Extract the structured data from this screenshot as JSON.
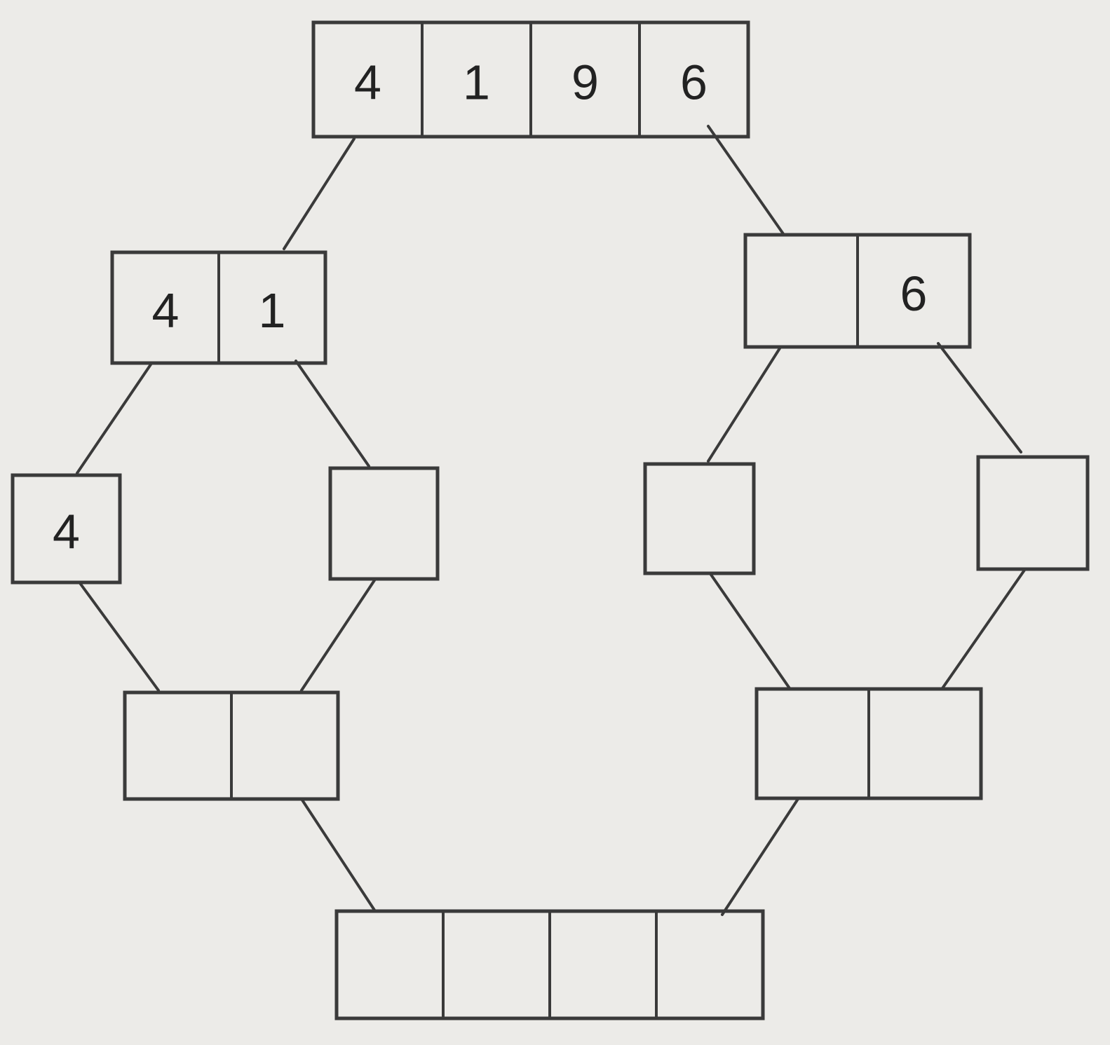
{
  "colors": {
    "background": "#ecebe8",
    "stroke": "#3a3a3a",
    "text": "#222222"
  },
  "diagram": {
    "nodes": [
      {
        "id": "root",
        "values": [
          "4",
          "1",
          "9",
          "6"
        ]
      },
      {
        "id": "left-half",
        "values": [
          "4",
          "1"
        ]
      },
      {
        "id": "right-half",
        "values": [
          "",
          "6"
        ]
      },
      {
        "id": "left-left-leaf",
        "values": [
          "4"
        ]
      },
      {
        "id": "left-right-leaf",
        "values": [
          ""
        ]
      },
      {
        "id": "right-left-leaf",
        "values": [
          ""
        ]
      },
      {
        "id": "right-right-leaf",
        "values": [
          ""
        ]
      },
      {
        "id": "left-merged",
        "values": [
          "",
          ""
        ]
      },
      {
        "id": "right-merged",
        "values": [
          "",
          ""
        ]
      },
      {
        "id": "final-merged",
        "values": [
          "",
          "",
          "",
          ""
        ]
      }
    ]
  }
}
